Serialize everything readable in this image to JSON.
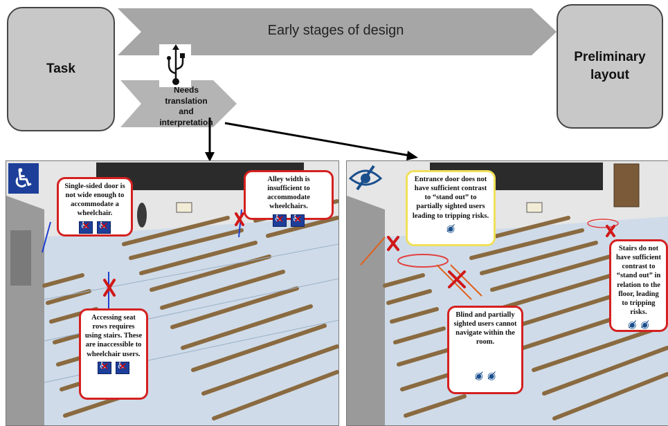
{
  "flow": {
    "task_label": "Task",
    "banner_label": "Early stages of design",
    "needs_label": "Needs translation and interpretation",
    "preliminary_label": "Preliminary layout"
  },
  "left_panel": {
    "callouts": [
      "Single-sided door is not wide enough to accommodate a wheelchair.",
      "Alley width is insufficient to accommodate wheelchairs.",
      "Accessing seat rows requires using stairs. These are inaccessible to wheelchair users."
    ]
  },
  "right_panel": {
    "callouts": [
      "Entrance door does not have sufficient contrast to “stand out” to partially sighted users leading to tripping risks.",
      "Stairs do not have sufficient contrast to “stand out” in relation to the floor, leading to tripping risks.",
      "Blind and partially sighted users cannot navigate within the room."
    ]
  },
  "icons": {
    "usb": "usb-icon",
    "wheelchair": "wheelchair-icon",
    "eye": "eye-slash-icon",
    "banned_wheelchair": "no-wheelchair-icon",
    "banned_eye": "no-sight-icon"
  },
  "colors": {
    "box_fill": "#c8c8c8",
    "banner_fill": "#a6a6a6",
    "accent_red": "#d42020",
    "accent_yellow": "#f0e05a",
    "wheelchair_blue": "#1d3f9a",
    "eye_blue": "#1a4f8c"
  }
}
